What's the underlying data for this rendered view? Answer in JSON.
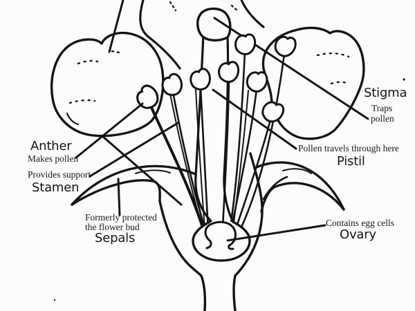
{
  "figure": {
    "type": "labeled line-art diagram",
    "subject": "Flower anatomy cross-section",
    "ink_color": "#141414",
    "paper_color": "#fcfcfa"
  },
  "labels": {
    "anther": {
      "name": "Anther",
      "note": "Makes pollen"
    },
    "stamen": {
      "name": "Stamen",
      "note": "Provides support"
    },
    "sepals": {
      "name": "Sepals",
      "note_line1": "Formerly protected",
      "note_line2": "the flower bud"
    },
    "stigma": {
      "name": "Stigma",
      "note_line1": "Traps",
      "note_line2": "pollen"
    },
    "pistil": {
      "name": "Pistil",
      "note": "Pollen travels through here"
    },
    "ovary": {
      "name": "Ovary",
      "note": "Contains egg cells"
    }
  }
}
